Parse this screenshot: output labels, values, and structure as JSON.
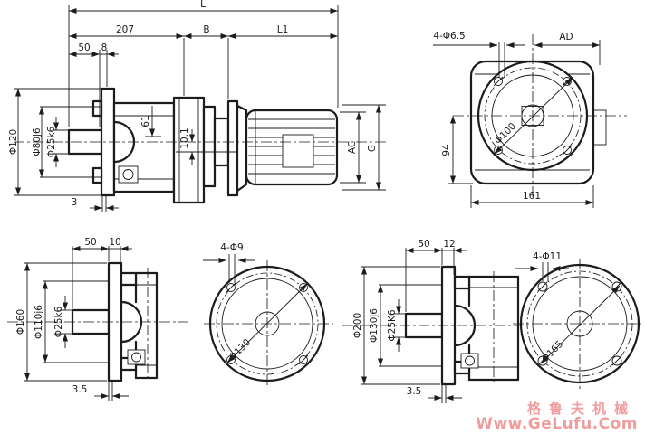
{
  "colors": {
    "line": "#1c1c1c",
    "watermark": "#f09d9d",
    "background": "#ffffff"
  },
  "views": {
    "main": {
      "L": "L",
      "d207": "207",
      "B": "B",
      "L1": "L1",
      "d50": "50",
      "d8": "8",
      "phi120": "Φ120",
      "phi80j6": "Φ80j6",
      "phi25k6": "Φ25k6",
      "d61": "61",
      "d10_1": "10.1",
      "AC": "AC",
      "G": "G",
      "d3": "3"
    },
    "front": {
      "holes": "4-Φ6.5",
      "AD": "AD",
      "phi100": "Φ100",
      "d94": "94",
      "d161": "161"
    },
    "bl": {
      "d50": "50",
      "d10": "10",
      "phi160": "Φ160",
      "phi110j6": "Φ110j6",
      "phi25k6": "Φ25k6",
      "d3_5": "3.5"
    },
    "blface": {
      "holes": "4-Φ9",
      "phi130": "Φ130"
    },
    "br": {
      "d50": "50",
      "d12": "12",
      "phi200": "Φ200",
      "phi130j6": "Φ130j6",
      "phi25K6": "Φ25K6",
      "d3_5": "3.5"
    },
    "brface": {
      "holes": "4-Φ11",
      "phi165": "Φ165"
    }
  },
  "watermark": {
    "brand": "格鲁夫机械",
    "url": "Www.GeLufu.Com"
  }
}
